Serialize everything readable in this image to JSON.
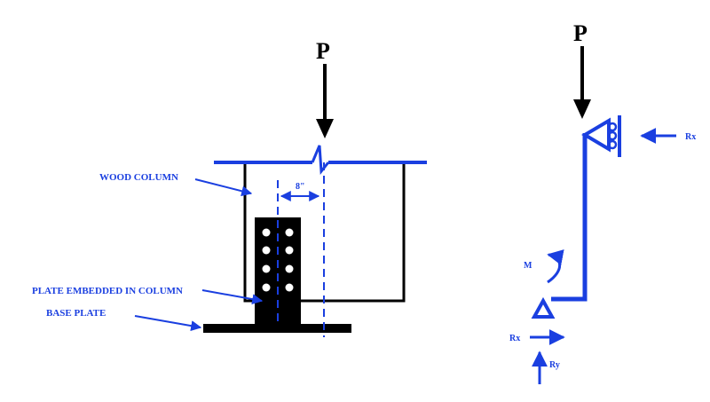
{
  "colors": {
    "blue": "#1a3fe0",
    "black": "#000000",
    "white": "#ffffff"
  },
  "left_diagram": {
    "load_label": "P",
    "wood_column_label": "WOOD COLUMN",
    "plate_label": "PLATE EMBEDDED IN COLUMN",
    "base_plate_label": "BASE PLATE",
    "dimension_label": "8\"",
    "bolt_rows": 4,
    "bolt_cols": 2
  },
  "right_diagram": {
    "load_label": "P",
    "top_reaction_label": "Rx",
    "moment_label": "M",
    "bottom_rx_label": "Rx",
    "bottom_ry_label": "Ry"
  }
}
